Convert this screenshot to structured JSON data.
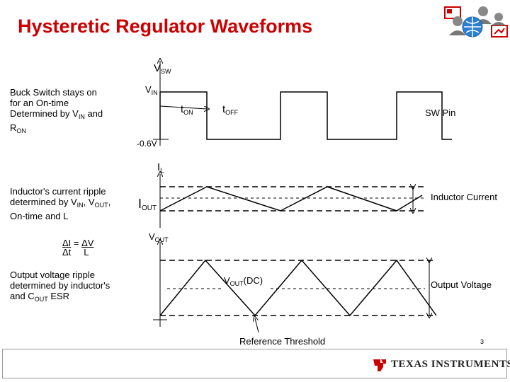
{
  "title": "Hysteretic Regulator Waveforms",
  "notes": {
    "buck": {
      "l1": "Buck Switch stays on",
      "l2": "for an On-time",
      "l3a": "Determined by V",
      "l3sub": "IN",
      "l3b": " and",
      "l4a": "R",
      "l4sub": "ON"
    },
    "inductor": {
      "l1": "Inductor's current ripple",
      "l2a": "determined by V",
      "l2sub1": "IN",
      "l2b": ", V",
      "l2sub2": "OUT",
      "l2c": ",",
      "l3": "On-time and L"
    },
    "equation": {
      "num_left": "ΔI",
      "eq": " = ",
      "num_right": "ΔV",
      "den_left": "Δt",
      "den_right": "L"
    },
    "output": {
      "l1": "Output voltage ripple",
      "l2": "determined by inductor's",
      "l3a": " and C",
      "l3sub": "OUT",
      "l3b": " ESR"
    }
  },
  "sw": {
    "axis_main": "V",
    "axis_sub": "SW",
    "vin_main": "V",
    "vin_sub": "IN",
    "ton_main": "t",
    "ton_sub": "ON",
    "toff_main": "t",
    "toff_sub": "OFF",
    "neg": "-0.6V",
    "right_label": "SW Pin"
  },
  "il": {
    "axis_main": "I",
    "axis_sub": "L",
    "iout_main": "I",
    "iout_sub": "OUT",
    "right_label": "Inductor Current"
  },
  "vout": {
    "axis_main": "V",
    "axis_sub": "OUT",
    "dc_main": "V",
    "dc_sub": "OUT",
    "dc_tail": "(DC)",
    "right_label": "Output Voltage",
    "ref": "Reference Threshold"
  },
  "page_number": "3",
  "brand": "Texas Instruments",
  "brand_text": "TEXAS INSTRUMENTS",
  "colors": {
    "title": "#cc0000",
    "logo": "#cc0000"
  }
}
